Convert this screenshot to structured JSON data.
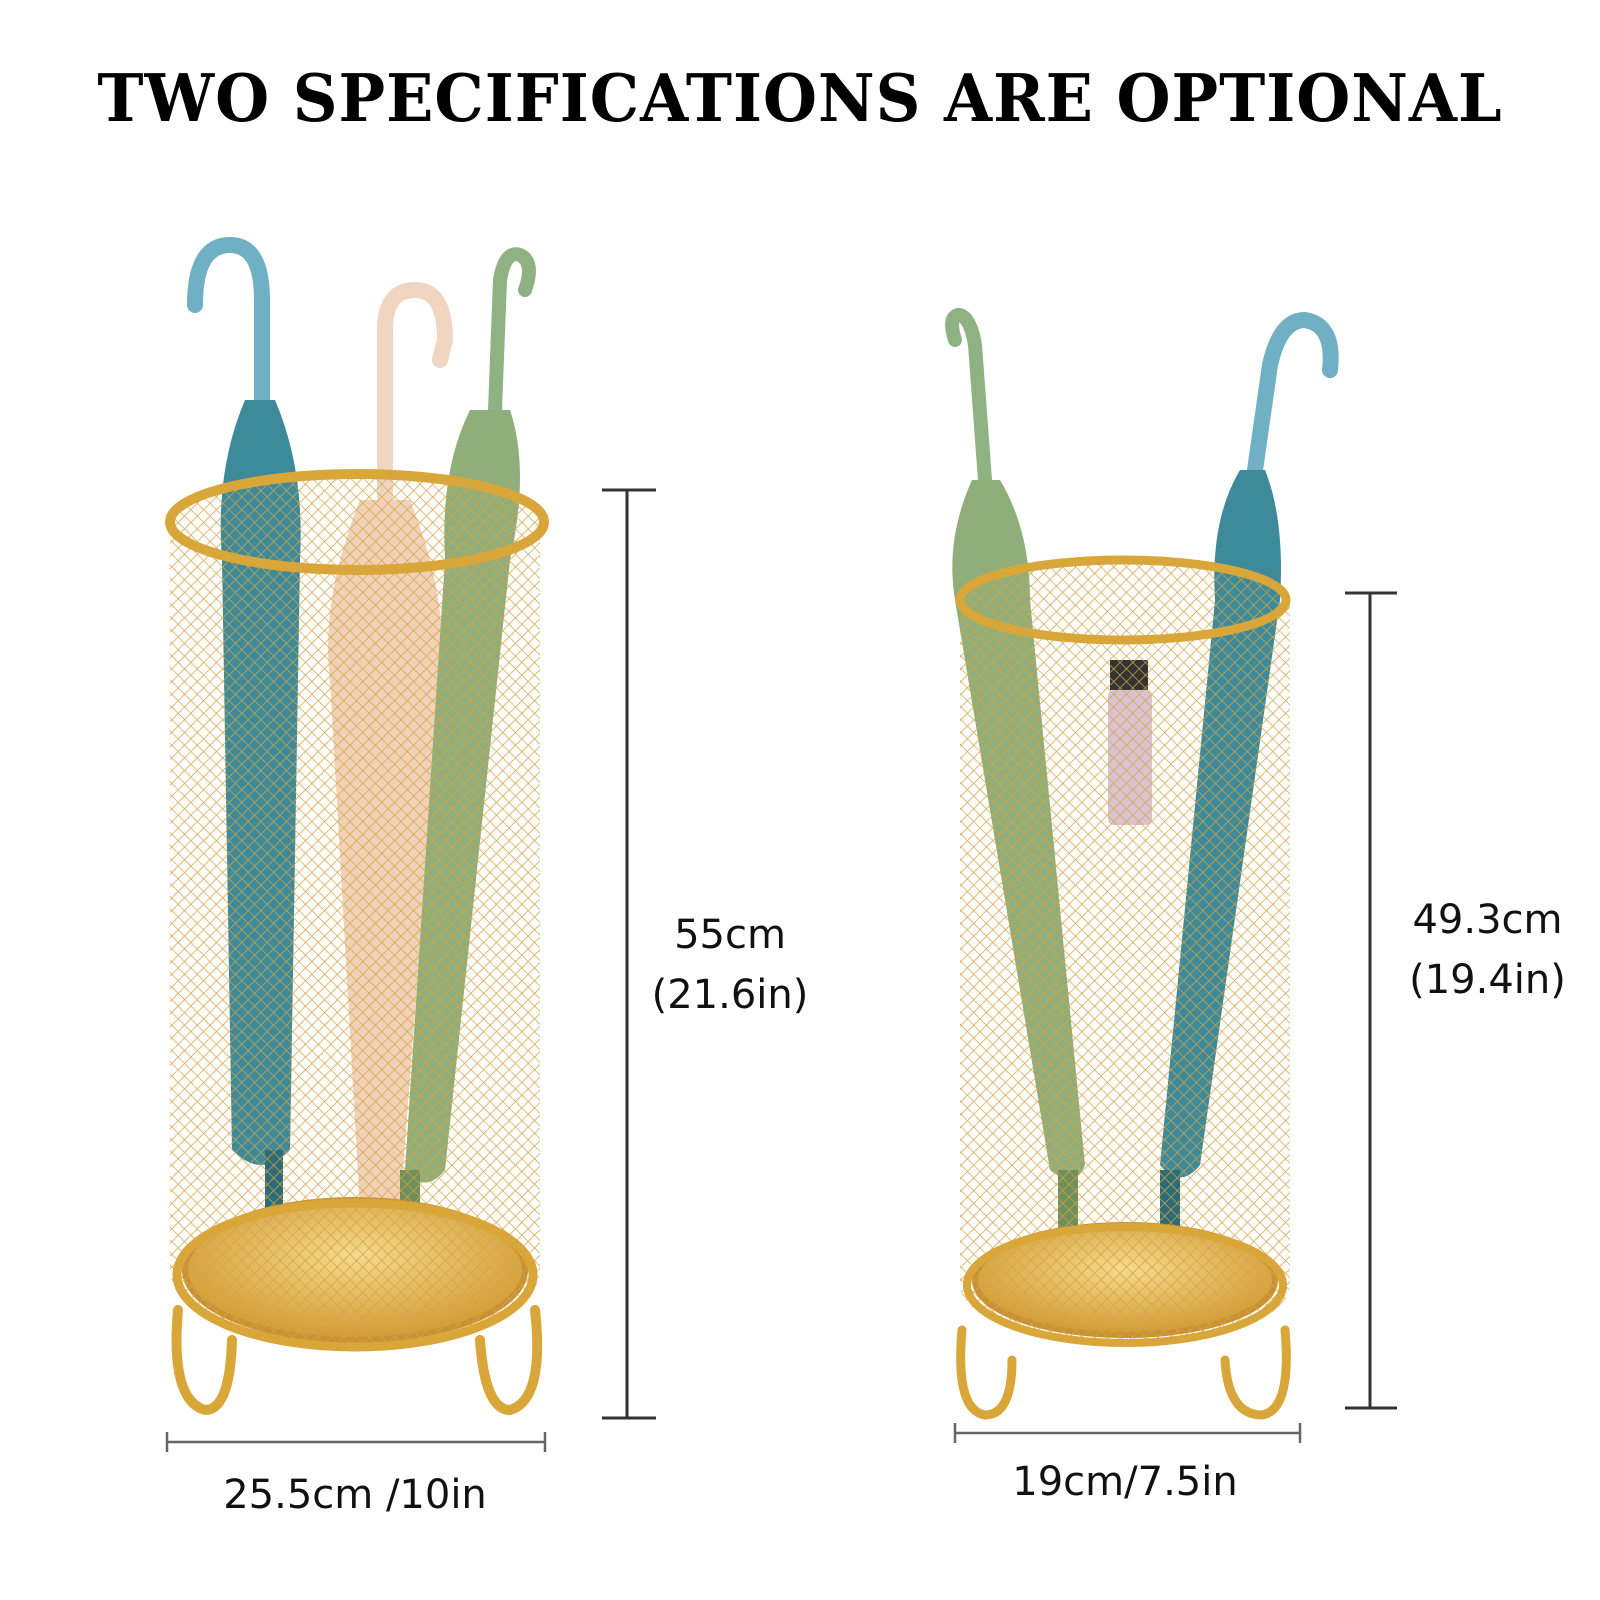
{
  "headline": "TWO SPECIFICATIONS ARE OPTIONAL",
  "large": {
    "height_cm": "55cm",
    "height_in": "(21.6in)",
    "width_label": "25.5cm /10in"
  },
  "small": {
    "height_cm": "49.3cm",
    "height_in": "(19.4in)",
    "width_label": "19cm/7.5in"
  },
  "colors": {
    "gold": "#d9a63a",
    "gold_light": "#f0cf7a",
    "teal": "#3d8a9a",
    "sage": "#8fae7a",
    "peach": "#f1d2b8",
    "handle_blue": "#6fb0c4",
    "handle_peach": "#f0d6c0",
    "handle_sage": "#8fb283"
  }
}
